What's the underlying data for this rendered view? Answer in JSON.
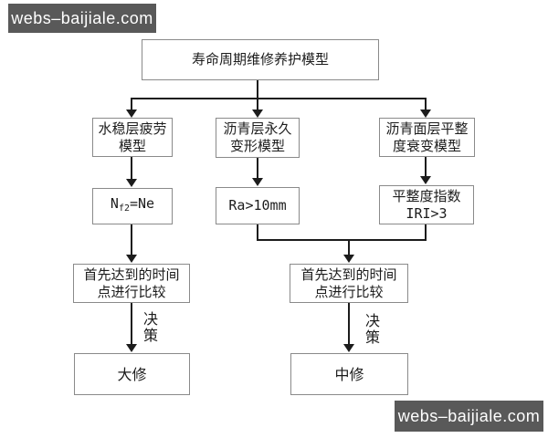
{
  "watermarks": {
    "top": "webs–baijiale.com",
    "bottom": "webs–baijiale.com"
  },
  "colors": {
    "watermark_bg": "#595959",
    "watermark_text": "#ffffff",
    "box_border": "#8a8a8a",
    "box_fill": "#ffffff",
    "line": "#1c1c1c",
    "text": "#1c1c1c",
    "background": "#ffffff"
  },
  "flowchart": {
    "title": "寿命周期维修养护模型",
    "branch_left": {
      "model_line1": "水稳层疲劳",
      "model_line2": "模型",
      "criterion_base": "N",
      "criterion_sub": "f2",
      "criterion_rest": "=Ne"
    },
    "branch_mid": {
      "model_line1": "沥青层永久",
      "model_line2": "变形模型",
      "criterion": "Ra>10mm"
    },
    "branch_right": {
      "model_line1": "沥青面层平整",
      "model_line2": "度衰变模型",
      "criterion_line1": "平整度指数",
      "criterion_line2": "IRI>3"
    },
    "compare_left": {
      "line1": "首先达到的时间",
      "line2": "点进行比较"
    },
    "compare_right": {
      "line1": "首先达到的时间",
      "line2": "点进行比较"
    },
    "decision_left": {
      "char1": "决",
      "char2": "策"
    },
    "decision_right": {
      "char1": "决",
      "char2": "策"
    },
    "outcome_left": "大修",
    "outcome_right": "中修"
  }
}
